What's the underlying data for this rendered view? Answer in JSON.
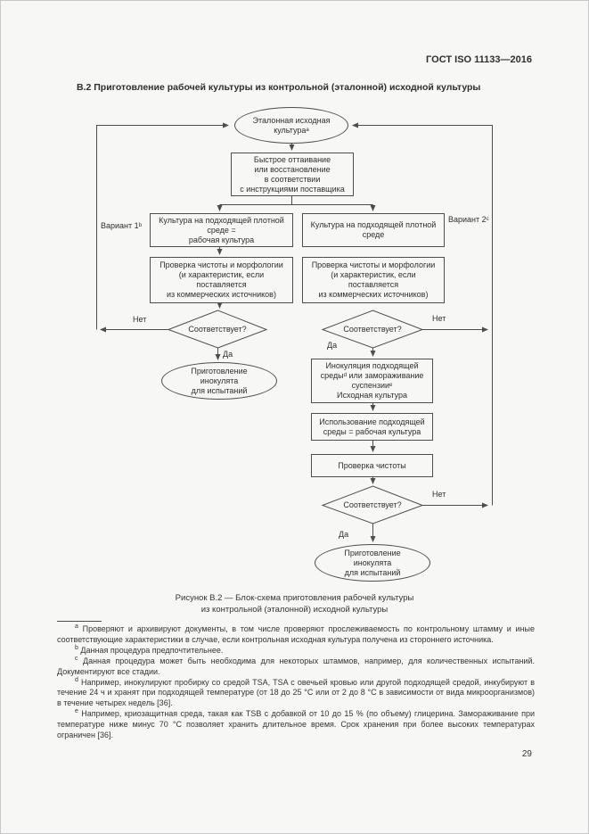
{
  "page": {
    "header": "ГОСТ ISO 11133—2016",
    "section_title": "В.2 Приготовление рабочей культуры из контрольной (эталонной) исходной культуры",
    "page_number": "29"
  },
  "flowchart": {
    "labels": {
      "variant1": "Вариант 1ᵇ",
      "variant2": "Вариант 2ᶜ",
      "yes_left": "Да",
      "no_left": "Нет",
      "yes_right1": "Да",
      "no_right1": "Нет",
      "yes_right2": "Да",
      "no_right2": "Нет"
    },
    "nodes": {
      "start": [
        "Эталонная исходная",
        "культураᵃ"
      ],
      "thaw": [
        "Быстрое оттаивание",
        "или восстановление",
        "в соответствии",
        "с инструкциями поставщика"
      ],
      "left_culture": [
        "Культура на подходящей плотной",
        "среде =",
        "рабочая культура"
      ],
      "left_check": [
        "Проверка чистоты и морфологии",
        "(и характеристик, если",
        "поставляется",
        "из коммерческих источников)"
      ],
      "left_decision": "Соответствует?",
      "left_end": [
        "Приготовление",
        "инокулята",
        "для испытаний"
      ],
      "right_culture": [
        "Культура на подходящей плотной",
        "среде"
      ],
      "right_check": [
        "Проверка чистоты и морфологии",
        "(и характеристик, если",
        "поставляется",
        "из коммерческих источников)"
      ],
      "right_decision1": "Соответствует?",
      "inoculation": [
        "Инокуляция подходящей",
        "средыᵈ или замораживание",
        "суспензииᵉ",
        "Исходная культура"
      ],
      "use_medium": [
        "Использование подходящей",
        "среды = рабочая культура"
      ],
      "purity": "Проверка чистоты",
      "right_decision2": "Соответствует?",
      "right_end": [
        "Приготовление",
        "инокулята",
        "для испытаний"
      ]
    }
  },
  "caption": [
    "Рисунок В.2 — Блок-схема приготовления рабочей культуры",
    "из контрольной (эталонной) исходной культуры"
  ],
  "footnotes": [
    {
      "marker": "a",
      "text": "Проверяют и архивируют документы, в том числе проверяют прослеживаемость по контрольному штамму и иные соответствующие характеристики в случае, если контрольная исходная культура получена из стороннего источника."
    },
    {
      "marker": "b",
      "text": "Данная процедура предпочтительнее."
    },
    {
      "marker": "c",
      "text": "Данная процедура может быть необходима для некоторых штаммов, например, для количественных испытаний. Документируют все стадии."
    },
    {
      "marker": "d",
      "text": "Например, инокулируют пробирку со средой TSA, TSA с овечьей кровью или другой подходящей средой, инкубируют в течение 24 ч и хранят при подходящей температуре (от 18 до 25 °С или от 2 до 8 °С в зависимости от вида микроорганизмов) в течение четырех недель [36]."
    },
    {
      "marker": "e",
      "text": "Например, криозащитная среда, такая как TSB с добавкой от 10 до 15 % (по объему) глицерина. Замораживание при температуре ниже минус 70 °С позволяет хранить длительное время. Срок хранения при более высоких температурах ограничен [36]."
    }
  ]
}
